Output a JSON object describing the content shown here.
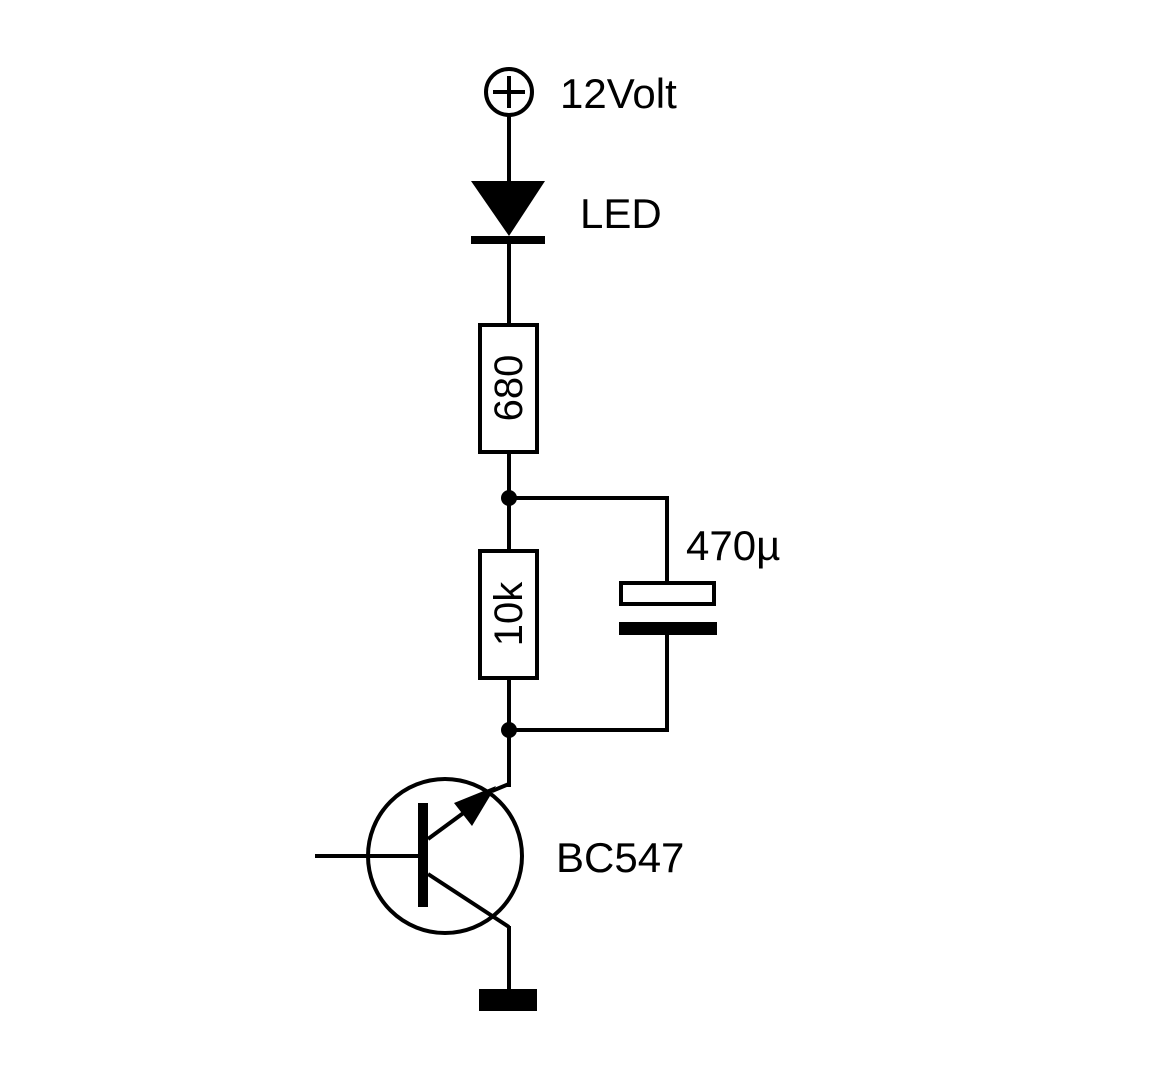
{
  "supply": {
    "label": "12Volt"
  },
  "led": {
    "label": "LED"
  },
  "resistor_top": {
    "value": "680"
  },
  "resistor_bottom": {
    "value": "10k"
  },
  "capacitor": {
    "value": "470µ"
  },
  "transistor": {
    "label": "BC547"
  }
}
